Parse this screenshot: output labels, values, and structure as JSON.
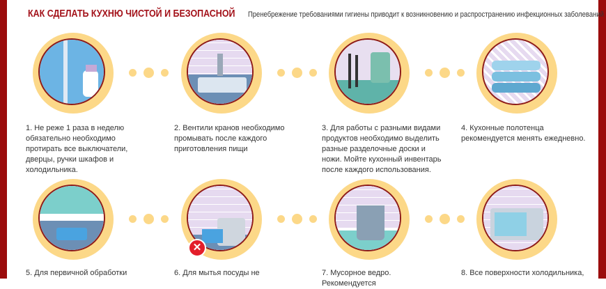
{
  "header": {
    "title": "КАК СДЕЛАТЬ КУХНЮ ЧИСТОЙ И БЕЗОПАСНОЙ",
    "subtitle": "Пренебрежение требованиями гигиены приводит к возникновению и распространению инфекционных заболеваний"
  },
  "steps": [
    {
      "icon": "window-spray-icon",
      "text": "1. Не реже 1 раза в неделю обязательно необходимо протирать все выключатели, дверцы, ручки шкафов и холодильника."
    },
    {
      "icon": "sink-faucet-icon",
      "text": "2. Вентили кранов необходимо промывать после каждого приготовления пищи"
    },
    {
      "icon": "knives-boards-icon",
      "text": "3. Для работы с разными видами продуктов необходимо выделить разные разделочные доски и ножи. Мойте кухонный инвентарь после каждого использования."
    },
    {
      "icon": "towels-icon",
      "text": "4. Кухонные полотенца рекомендуется менять ежедневно."
    },
    {
      "icon": "sink-sponge-icon",
      "text": "5. Для первичной обработки"
    },
    {
      "icon": "dishes-sponge-icon",
      "text": "6. Для мытья посуды не"
    },
    {
      "icon": "trash-bucket-icon",
      "text": "7. Мусорное ведро. Рекомендуется"
    },
    {
      "icon": "microwave-icon",
      "text": "8. Все поверхности холодильника,"
    }
  ],
  "colors": {
    "accent": "#9b0c0c",
    "ring": "#fcd888"
  }
}
